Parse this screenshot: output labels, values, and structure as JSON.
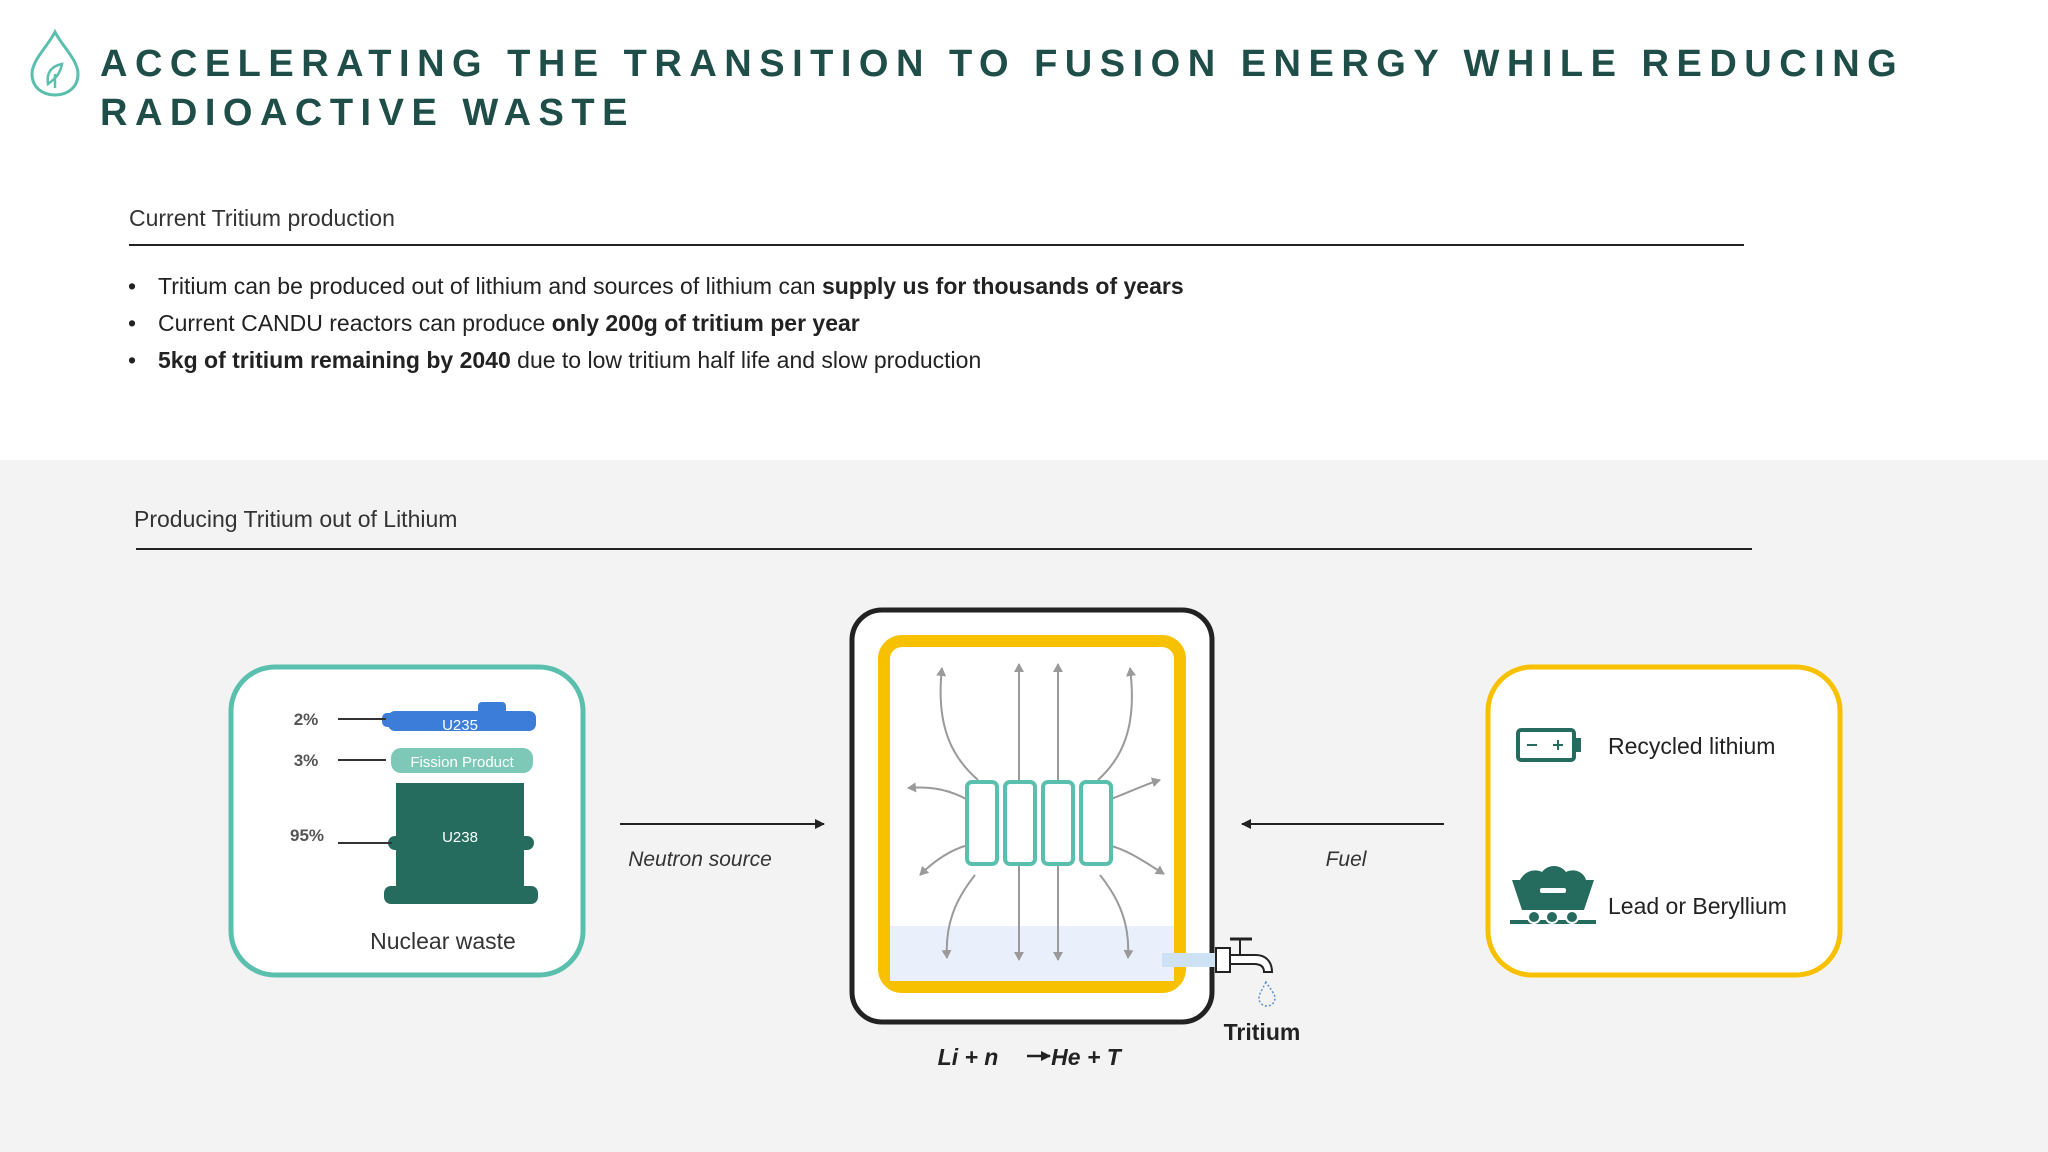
{
  "header": {
    "title": "ACCELERATING THE TRANSITION TO FUSION ENERGY WHILE REDUCING RADIOACTIVE WASTE",
    "logo_icon": "droplet-plant-icon"
  },
  "current_section": {
    "heading": "Current Tritium production",
    "bullets": [
      {
        "pre": "Tritium can be produced out of lithium and sources of lithium can ",
        "bold": "supply us for thousands of years",
        "post": ""
      },
      {
        "pre": "Current CANDU reactors can produce ",
        "bold": "only 200g of tritium per year",
        "post": ""
      },
      {
        "pre": "",
        "bold": "5kg of tritium remaining by 2040",
        "post": " due to low tritium half life and slow production"
      }
    ]
  },
  "producing_section": {
    "heading": "Producing Tritium out of Lithium"
  },
  "diagram": {
    "nuclear_waste": {
      "label": "Nuclear waste",
      "layers": [
        {
          "percent": "2%",
          "name": "U235",
          "color": "#3b7dd8"
        },
        {
          "percent": "3%",
          "name": "Fission Product",
          "color": "#7ec8b8"
        },
        {
          "percent": "95%",
          "name": "U238",
          "color": "#256c5f"
        }
      ]
    },
    "neutron_source_label": "Neutron source",
    "fuel_label": "Fuel",
    "tritium_label": "Tritium",
    "equation_left": "Li + n",
    "equation_right": "He + T",
    "fuel_items": [
      {
        "label": "Recycled lithium",
        "icon": "battery-icon"
      },
      {
        "label": "Lead or Beryllium",
        "icon": "mine-cart-icon"
      }
    ],
    "colors": {
      "teal": "#5bbfad",
      "yellow": "#f8c100",
      "dark_green": "#256c5f",
      "blue": "#3b7dd8",
      "title": "#1f4e48"
    }
  }
}
